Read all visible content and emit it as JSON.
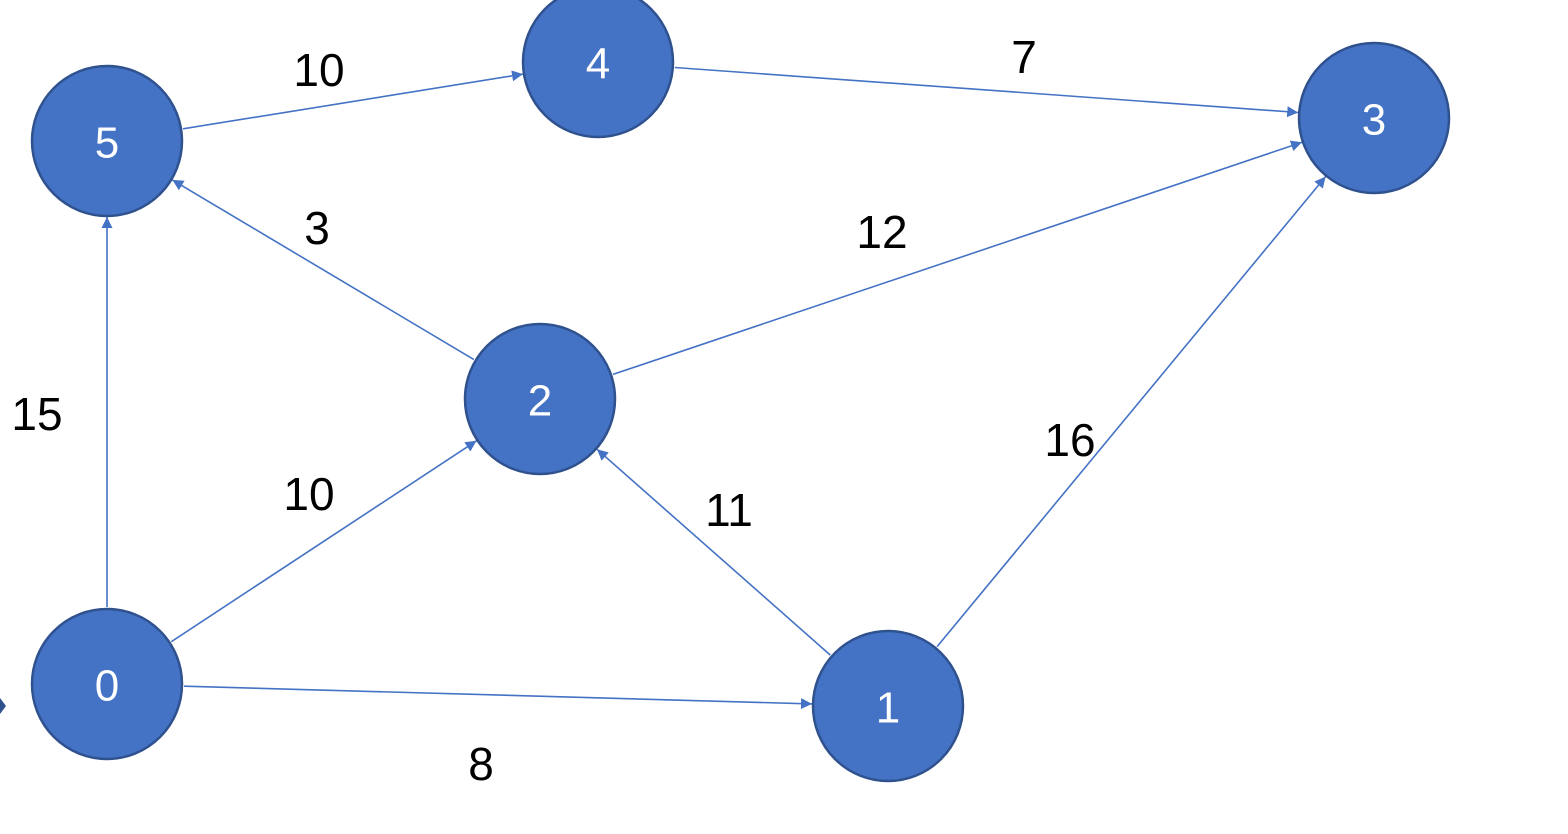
{
  "colors": {
    "node_fill": "#4472C4",
    "node_stroke": "#2F528F",
    "edge": "#4472C4",
    "node_text": "#FFFFFF",
    "weight_text": "#000000"
  },
  "nodes": [
    {
      "id": "0",
      "label": "0"
    },
    {
      "id": "1",
      "label": "1"
    },
    {
      "id": "2",
      "label": "2"
    },
    {
      "id": "3",
      "label": "3"
    },
    {
      "id": "4",
      "label": "4"
    },
    {
      "id": "5",
      "label": "5"
    }
  ],
  "edges": [
    {
      "from": "0",
      "to": "5",
      "weight": "15"
    },
    {
      "from": "0",
      "to": "2",
      "weight": "10"
    },
    {
      "from": "0",
      "to": "1",
      "weight": "8"
    },
    {
      "from": "1",
      "to": "2",
      "weight": "11"
    },
    {
      "from": "1",
      "to": "3",
      "weight": "16"
    },
    {
      "from": "2",
      "to": "5",
      "weight": "3"
    },
    {
      "from": "2",
      "to": "3",
      "weight": "12"
    },
    {
      "from": "5",
      "to": "4",
      "weight": "10"
    },
    {
      "from": "4",
      "to": "3",
      "weight": "7"
    }
  ]
}
